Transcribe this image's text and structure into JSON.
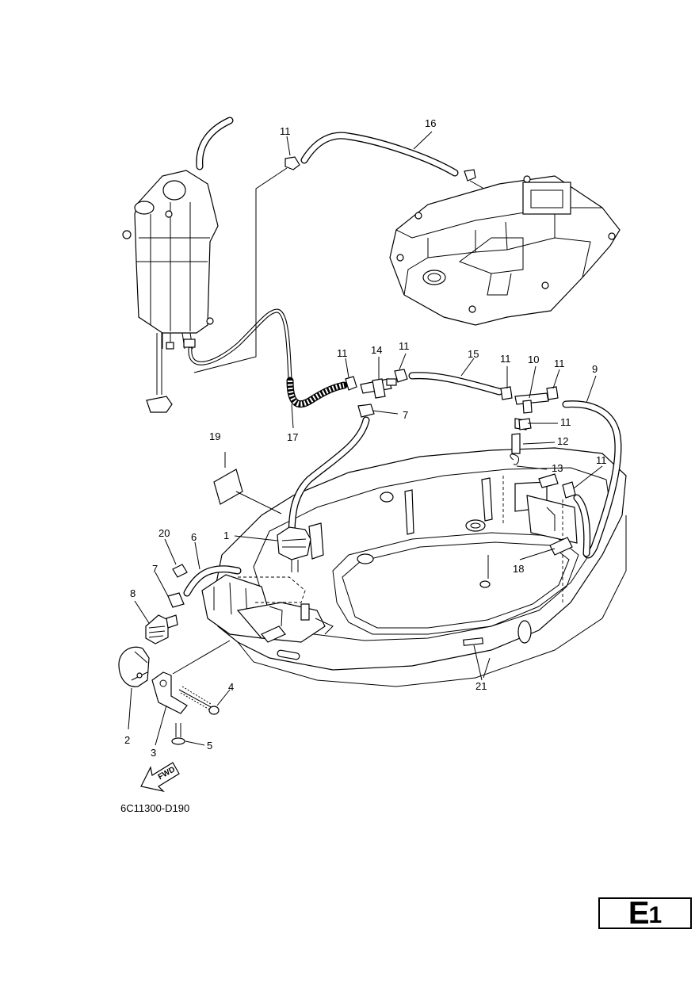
{
  "diagram": {
    "code": "6C11300-D190",
    "fwd_label": "FWD",
    "page_label": {
      "letter": "E",
      "number": "1"
    },
    "callouts": [
      {
        "id": "c16",
        "text": "16"
      },
      {
        "id": "c11a",
        "text": "11"
      },
      {
        "id": "c11b",
        "text": "11"
      },
      {
        "id": "c14",
        "text": "14"
      },
      {
        "id": "c11c",
        "text": "11"
      },
      {
        "id": "c15",
        "text": "15"
      },
      {
        "id": "c11d",
        "text": "11"
      },
      {
        "id": "c10",
        "text": "10"
      },
      {
        "id": "c11e",
        "text": "11"
      },
      {
        "id": "c9",
        "text": "9"
      },
      {
        "id": "c7a",
        "text": "7"
      },
      {
        "id": "c11f",
        "text": "11"
      },
      {
        "id": "c12",
        "text": "12"
      },
      {
        "id": "c13",
        "text": "13"
      },
      {
        "id": "c11g",
        "text": "11"
      },
      {
        "id": "c17",
        "text": "17"
      },
      {
        "id": "c19",
        "text": "19"
      },
      {
        "id": "c1",
        "text": "1"
      },
      {
        "id": "c20",
        "text": "20"
      },
      {
        "id": "c6",
        "text": "6"
      },
      {
        "id": "c7b",
        "text": "7"
      },
      {
        "id": "c8",
        "text": "8"
      },
      {
        "id": "c18",
        "text": "18"
      },
      {
        "id": "c21",
        "text": "21"
      },
      {
        "id": "c4",
        "text": "4"
      },
      {
        "id": "c2",
        "text": "2"
      },
      {
        "id": "c5",
        "text": "5"
      },
      {
        "id": "c3",
        "text": "3"
      }
    ]
  }
}
